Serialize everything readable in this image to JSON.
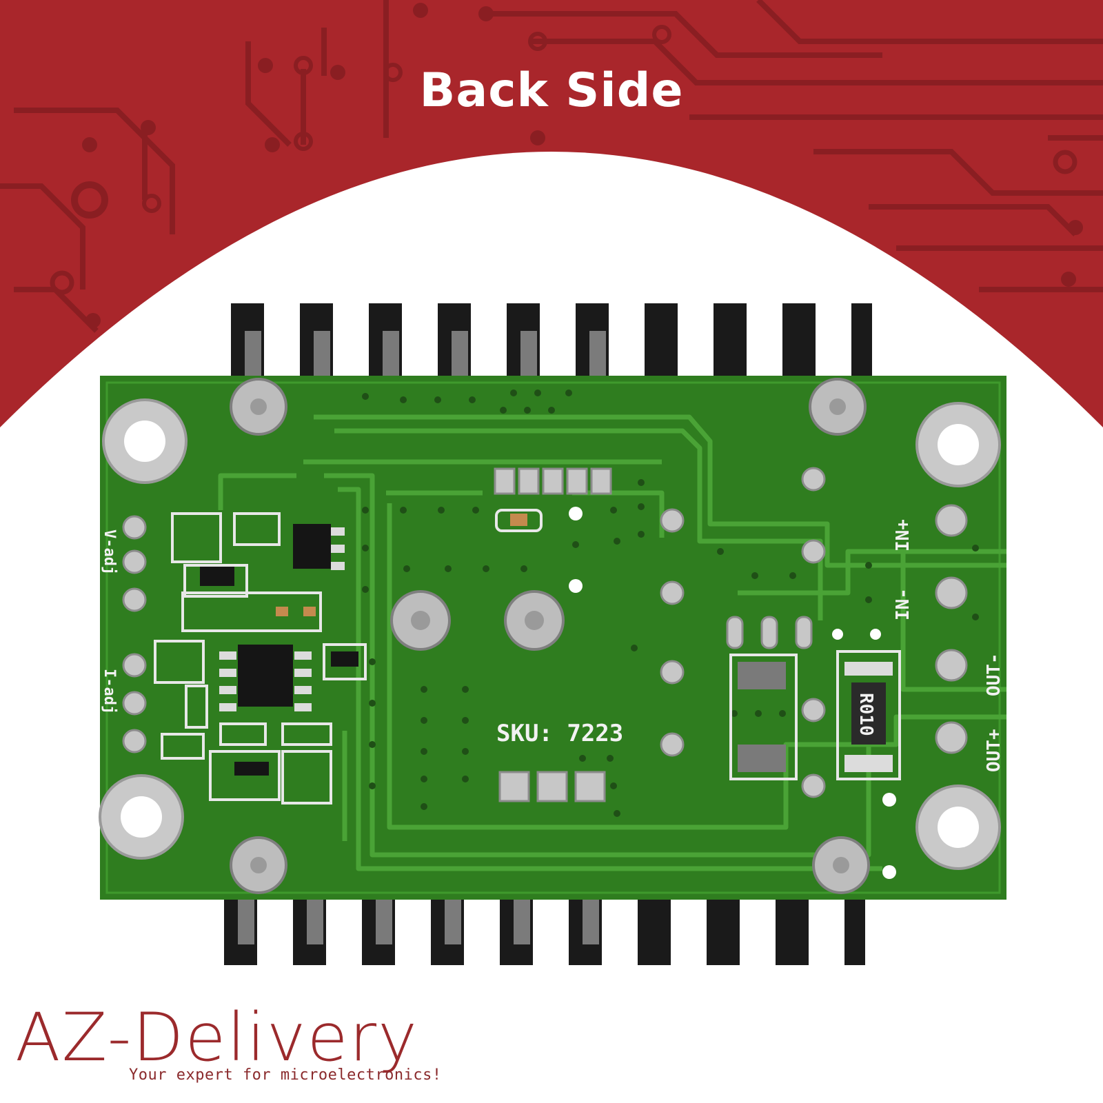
{
  "header": {
    "title": "Back Side"
  },
  "board": {
    "sku": "SKU: 7223",
    "resistor": "R010",
    "pin_labels": {
      "in_plus": "IN+",
      "in_minus": "IN-",
      "out_minus": "OUT-",
      "out_plus": "OUT+",
      "v_adj": "V-adj",
      "i_adj": "I-adj"
    }
  },
  "brand": {
    "name": "AZ-Delivery",
    "tagline": "Your expert for microelectronics!"
  },
  "colors": {
    "banner_red": "#a9262b",
    "trace_dark": "#8a1e22",
    "pcb_green": "#2f7d1f",
    "brand_red": "#9b2a2c"
  }
}
